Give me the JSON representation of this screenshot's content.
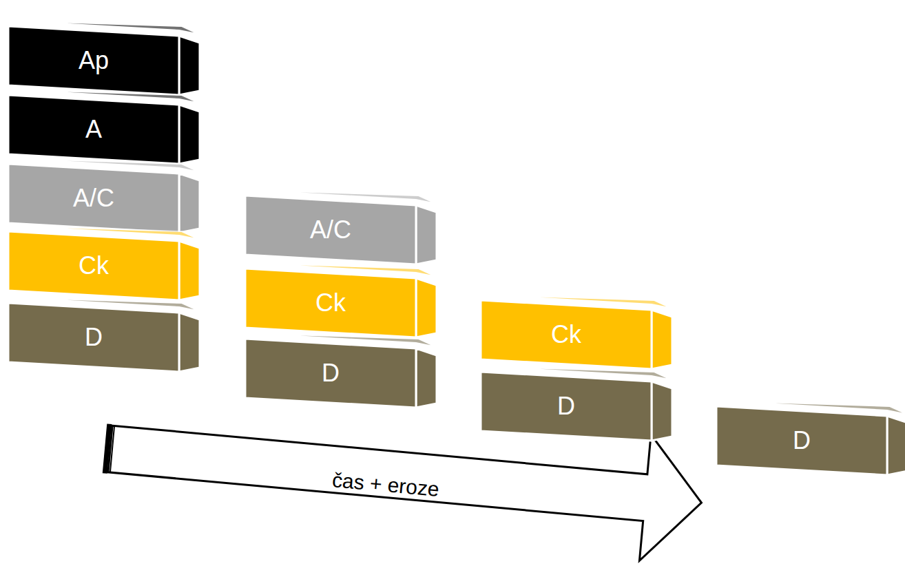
{
  "diagram": {
    "nodes": [
      {
        "text": [
          "Ap"
        ]
      },
      {
        "text": [
          "A"
        ]
      },
      {
        "text": [
          "A/C"
        ]
      },
      {
        "text": [
          "Ck"
        ]
      },
      {
        "text": [
          "D"
        ]
      },
      {
        "text": [
          "A/C"
        ]
      },
      {
        "text": [
          "Ck"
        ]
      },
      {
        "text": [
          "D"
        ]
      },
      {
        "text": [
          "Ck"
        ]
      },
      {
        "text": [
          "D"
        ]
      },
      {
        "text": [
          "D"
        ]
      }
    ],
    "labels": [
      "čas + eroze"
    ]
  }
}
